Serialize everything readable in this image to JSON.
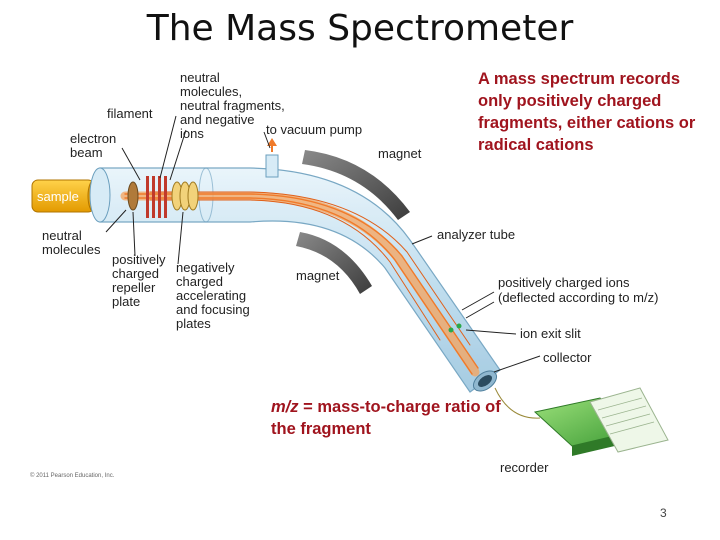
{
  "title": "The Mass Spectrometer",
  "note": "A mass spectrum records only positively charged fragments, either cations or radical cations",
  "mz_note": {
    "symbol": "m/z",
    "text": " = mass-to-charge ratio of the fragment"
  },
  "labels": {
    "neutral_top": [
      "neutral",
      "molecules,",
      "neutral fragments,",
      "and negative",
      "ions"
    ],
    "filament": "filament",
    "electron_beam": [
      "electron",
      "beam"
    ],
    "sample": "sample",
    "neutral_molecules": [
      "neutral",
      "molecules"
    ],
    "repeller": [
      "positively",
      "charged",
      "repeller",
      "plate"
    ],
    "accelerating": [
      "negatively",
      "charged",
      "accelerating",
      "and focusing",
      "plates"
    ],
    "vacuum_pump": "to vacuum pump",
    "magnet_top": "magnet",
    "magnet_bottom": "magnet",
    "analyzer_tube": "analyzer tube",
    "positive_ions": [
      "positively charged ions",
      "(deflected according to m/z)"
    ],
    "ion_exit_slit": "ion exit slit",
    "collector": "collector",
    "recorder": "recorder"
  },
  "copyright": "© 2011 Pearson Education, Inc.",
  "page_number": "3",
  "colors": {
    "note": "#a0141e",
    "beam": "#f07a2a",
    "tube": "#cfe6f3",
    "sample": "#f5b000"
  }
}
